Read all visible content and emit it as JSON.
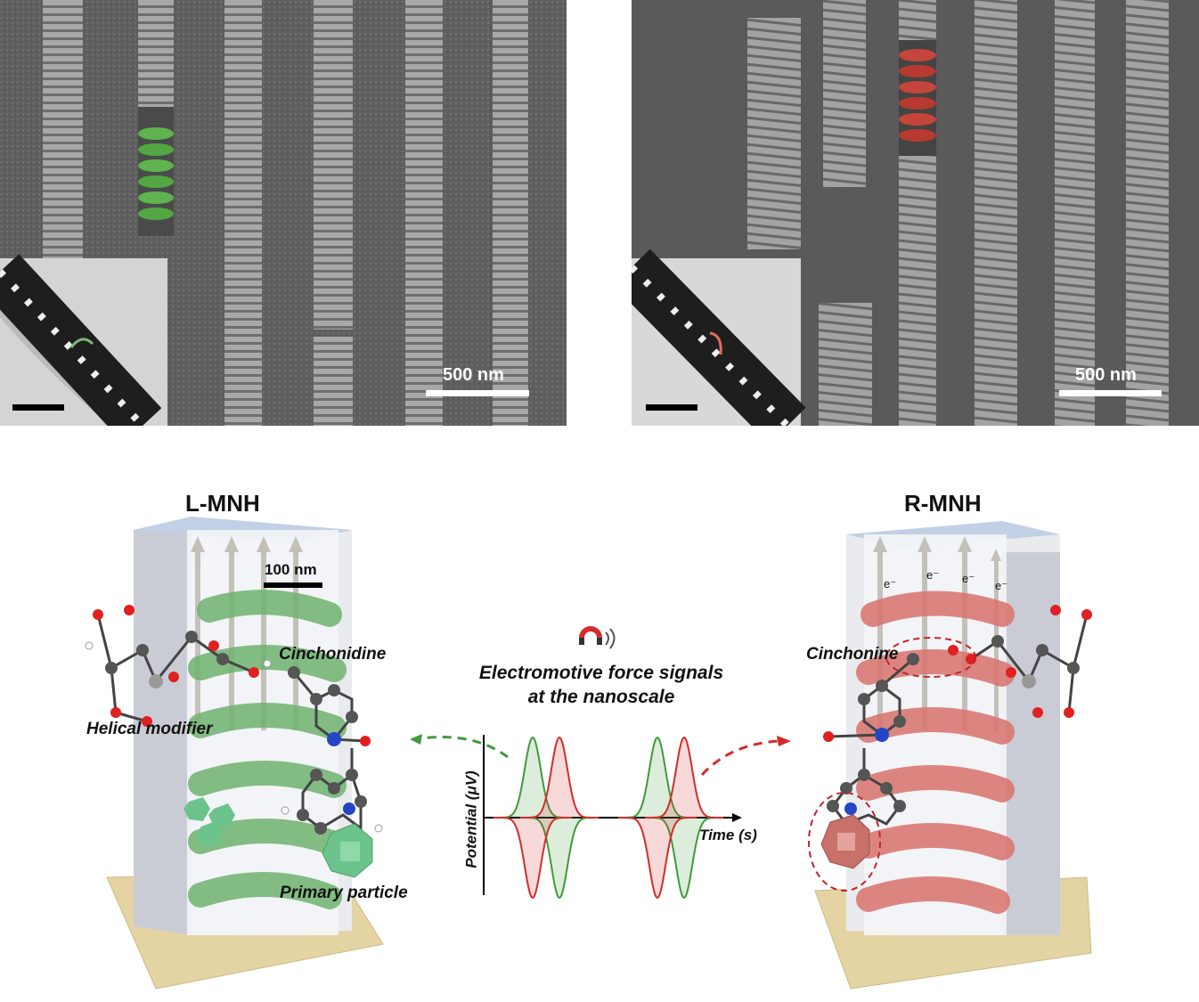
{
  "sem_left": {
    "scale_label": "500 nm"
  },
  "sem_right": {
    "scale_label": "500 nm"
  },
  "left_model": {
    "title": "L-MNH",
    "scale_label": "100 nm",
    "molecule_label": "Cinchonidine",
    "modifier_label": "Helical modifier",
    "particle_label": "Primary particle",
    "helix_color": "#6fb36f"
  },
  "right_model": {
    "title": "R-MNH",
    "molecule_label": "Cinchonine",
    "electron_label": "e⁻",
    "helix_color": "#d9726c"
  },
  "center": {
    "title_line1": "Electromotive force signals",
    "title_line2": "at the nanoscale",
    "icon": "magnet-icon"
  },
  "chart_data": {
    "type": "line",
    "xlabel": "Time (s)",
    "ylabel": "Potential (μV)",
    "series": [
      {
        "color": "#3f9a3a",
        "peaks": [
          1,
          -1,
          1,
          -1
        ]
      },
      {
        "color": "#d42b2b",
        "peaks": [
          -1,
          1,
          -1,
          1
        ]
      }
    ]
  }
}
